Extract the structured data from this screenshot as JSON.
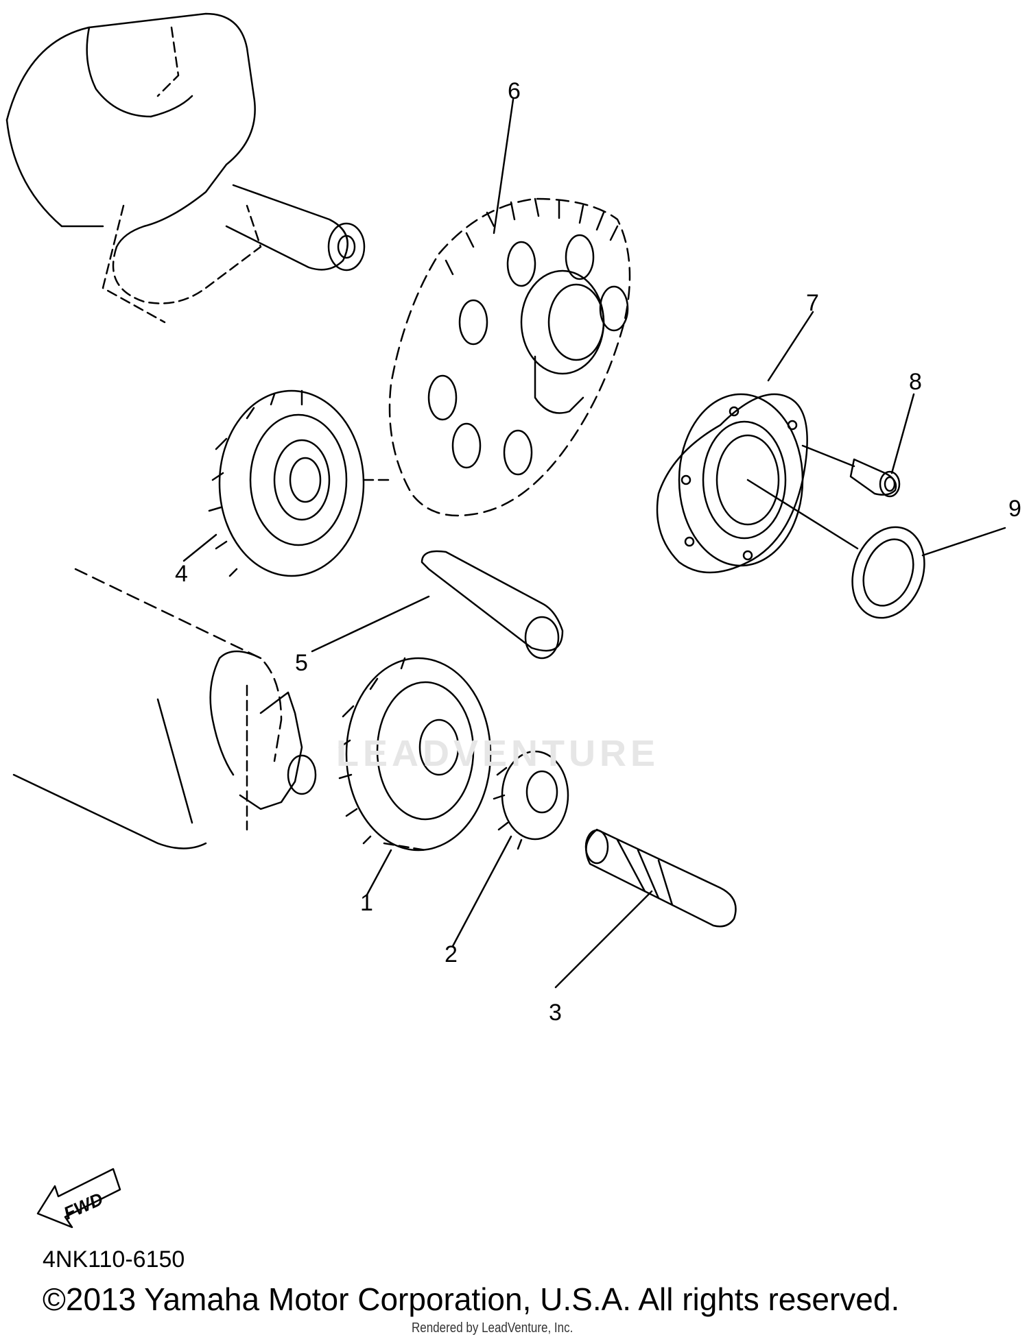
{
  "diagram": {
    "callouts": [
      {
        "id": "1",
        "label": "1"
      },
      {
        "id": "2",
        "label": "2"
      },
      {
        "id": "3",
        "label": "3"
      },
      {
        "id": "4",
        "label": "4"
      },
      {
        "id": "5",
        "label": "5"
      },
      {
        "id": "6",
        "label": "6"
      },
      {
        "id": "7",
        "label": "7"
      },
      {
        "id": "8",
        "label": "8"
      },
      {
        "id": "9",
        "label": "9"
      }
    ],
    "fwd_label": "FWD",
    "watermark": "LEADVENTURE"
  },
  "footer": {
    "part_code": "4NK110-6150",
    "copyright": "©2013 Yamaha Motor Corporation, U.S.A. All rights reserved.",
    "rendered_by": "Rendered by LeadVenture, Inc."
  },
  "colors": {
    "line": "#000000",
    "background": "#ffffff",
    "watermark": "#e6e6e6"
  }
}
